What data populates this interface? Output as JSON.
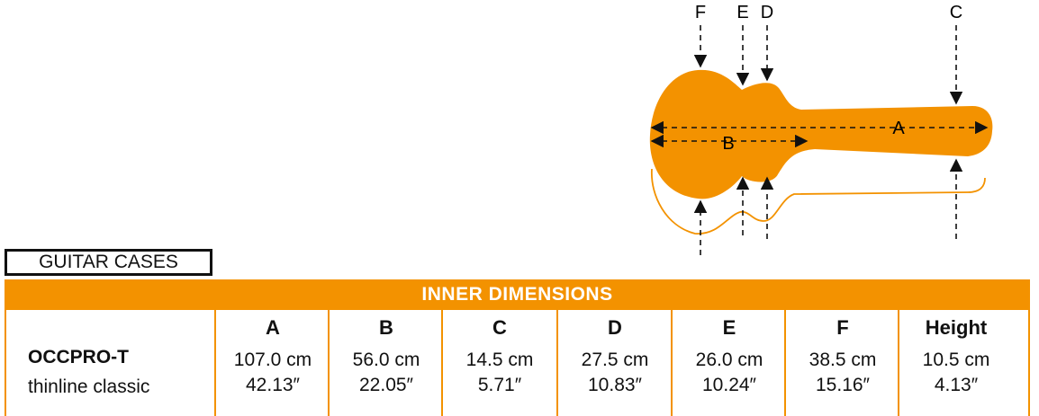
{
  "diagram": {
    "top_labels": [
      "F",
      "E",
      "D",
      "C"
    ],
    "dimension_labels": {
      "a": "A",
      "b": "B"
    },
    "colors": {
      "case_fill": "#f39200",
      "outline": "#f39200",
      "arrow": "#111111"
    }
  },
  "section_label": "GUITAR CASES",
  "table_title": "INNER DIMENSIONS",
  "product": {
    "model": "OCCPRO-T",
    "variant": "thinline classic"
  },
  "columns": [
    {
      "header": "A",
      "cm": "107.0 cm",
      "inch": "42.13″"
    },
    {
      "header": "B",
      "cm": "56.0 cm",
      "inch": "22.05″"
    },
    {
      "header": "C",
      "cm": "14.5 cm",
      "inch": "5.71″"
    },
    {
      "header": "D",
      "cm": "27.5 cm",
      "inch": "10.83″"
    },
    {
      "header": "E",
      "cm": "26.0 cm",
      "inch": "10.24″"
    },
    {
      "header": "F",
      "cm": "38.5 cm",
      "inch": "15.16″"
    },
    {
      "header": "Height",
      "cm": "10.5 cm",
      "inch": "4.13″"
    }
  ],
  "accent_color": "#f39200"
}
